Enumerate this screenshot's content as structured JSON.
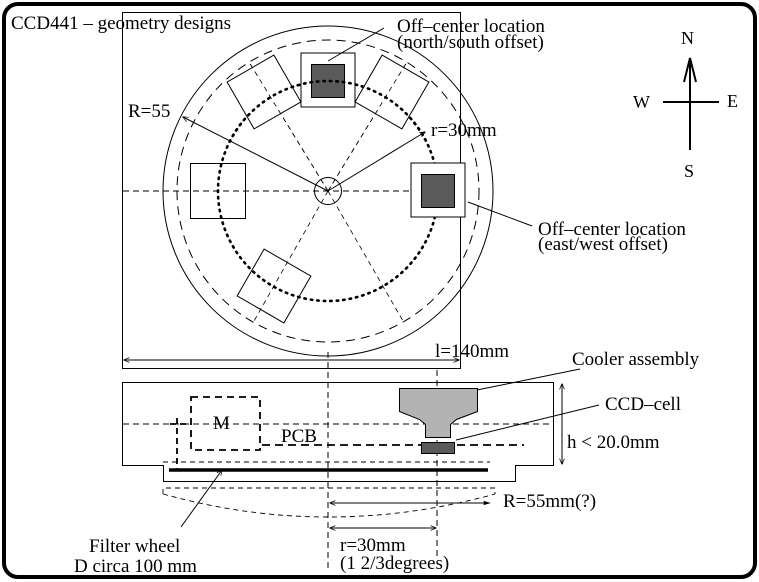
{
  "title": "CCD441 – geometry designs",
  "colors": {
    "stroke": "#000000",
    "ccd_fill": "#5a5a5a",
    "cooler_fill": "#b3b3b3",
    "background": "#ffffff"
  },
  "top_view": {
    "outer_radius_label": "R=55",
    "inner_radius_label": "r=30mm",
    "length_label": "l=140mm",
    "annotations": {
      "north_south": {
        "line1": "Off–center location",
        "line2": "(north/south offset)"
      },
      "east_west": {
        "line1": "Off–center location",
        "line2": "(east/west offset)"
      }
    }
  },
  "compass": {
    "north": "N",
    "south": "S",
    "east": "E",
    "west": "W"
  },
  "side_view": {
    "motor_label": "M",
    "pcb_label": "PCB",
    "cooler_label": "Cooler assembly",
    "ccd_cell_label": "CCD–cell",
    "height_label": "h < 20.0mm",
    "wheel_radius_label": "R=55mm(?)",
    "offset_label_line1": "r=30mm",
    "offset_label_line2": "(1 2/3degrees)",
    "filter_wheel_line1": "Filter wheel",
    "filter_wheel_line2": "D circa 100 mm"
  }
}
